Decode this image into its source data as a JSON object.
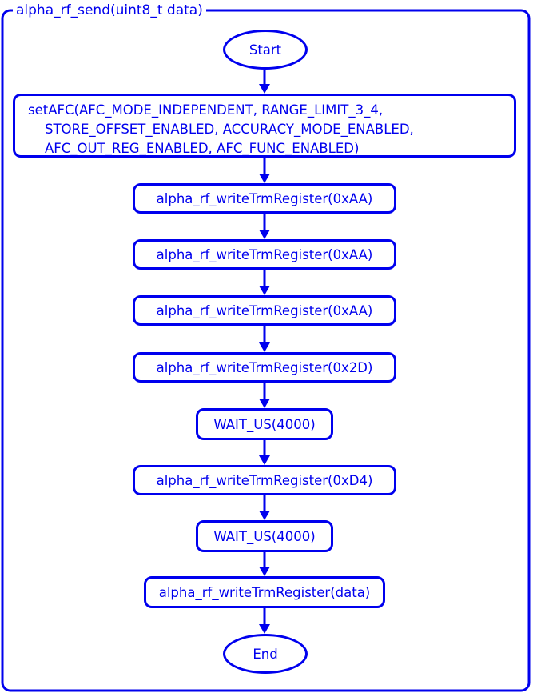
{
  "diagram": {
    "frame_title": "alpha_rf_send(uint8_t data)",
    "colors": {
      "stroke": "#0000ee",
      "text": "#0000ee",
      "background": "#ffffff"
    },
    "nodes": [
      {
        "id": "start",
        "shape": "terminal",
        "label": "Start"
      },
      {
        "id": "set-afc",
        "shape": "process",
        "lines": [
          "setAFC(AFC_MODE_INDEPENDENT, RANGE_LIMIT_3_4,",
          "    STORE_OFFSET_ENABLED, ACCURACY_MODE_ENABLED,",
          "    AFC_OUT_REG_ENABLED, AFC_FUNC_ENABLED)"
        ]
      },
      {
        "id": "write-1",
        "shape": "process",
        "label": "alpha_rf_writeTrmRegister(0xAA)"
      },
      {
        "id": "write-2",
        "shape": "process",
        "label": "alpha_rf_writeTrmRegister(0xAA)"
      },
      {
        "id": "write-3",
        "shape": "process",
        "label": "alpha_rf_writeTrmRegister(0xAA)"
      },
      {
        "id": "write-4",
        "shape": "process",
        "label": "alpha_rf_writeTrmRegister(0x2D)"
      },
      {
        "id": "wait-1",
        "shape": "process",
        "label": "WAIT_US(4000)"
      },
      {
        "id": "write-5",
        "shape": "process",
        "label": "alpha_rf_writeTrmRegister(0xD4)"
      },
      {
        "id": "wait-2",
        "shape": "process",
        "label": "WAIT_US(4000)"
      },
      {
        "id": "write-6",
        "shape": "process",
        "label": "alpha_rf_writeTrmRegister(data)"
      },
      {
        "id": "end",
        "shape": "terminal",
        "label": "End"
      }
    ]
  }
}
